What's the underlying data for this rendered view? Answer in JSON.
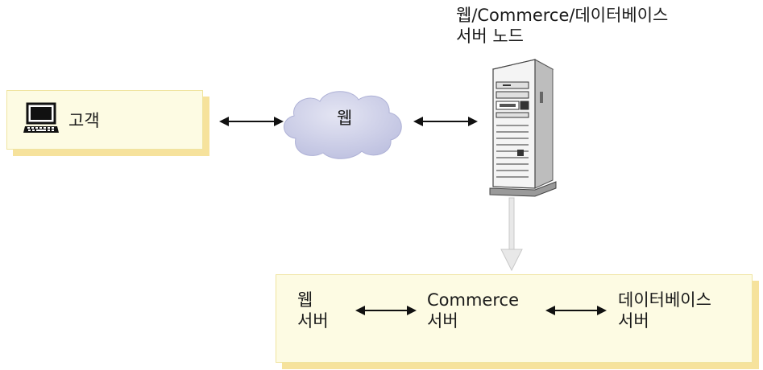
{
  "server_node": {
    "title_line1": "웹/Commerce/데이터베이스",
    "title_line2": "서버 노드"
  },
  "customer": {
    "label": "고객",
    "icon": "laptop-icon"
  },
  "web_cloud": {
    "label": "웹"
  },
  "server_detail": {
    "web_server": {
      "line1": "웹",
      "line2": "서버"
    },
    "commerce_server": {
      "line1": "Commerce",
      "line2": "서버"
    },
    "database_server": {
      "line1": "데이터베이스",
      "line2": "서버"
    }
  },
  "colors": {
    "box_fill": "#fdfbe3",
    "box_shadow": "#f6e29c",
    "cloud": "#c9cbe6",
    "down_arrow": "#e4e4e4"
  }
}
